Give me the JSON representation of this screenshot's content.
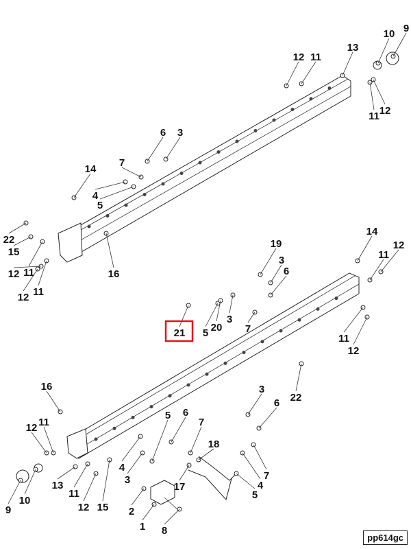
{
  "diagram_code": "pp614gc",
  "highlight_color": "#e0141e",
  "highlighted_callout": "21",
  "callouts": [
    "10",
    "9",
    "13",
    "12",
    "11",
    "11",
    "12",
    "6",
    "3",
    "7",
    "14",
    "4",
    "5",
    "22",
    "15",
    "12",
    "11",
    "12",
    "11",
    "16",
    "19",
    "3",
    "6",
    "14",
    "11",
    "12",
    "5",
    "20",
    "3",
    "7",
    "21",
    "11",
    "12",
    "22",
    "16",
    "3",
    "6",
    "5",
    "6",
    "7",
    "12",
    "11",
    "18",
    "13",
    "11",
    "4",
    "3",
    "17",
    "12",
    "15",
    "2",
    "4",
    "7",
    "5",
    "10",
    "9",
    "1",
    "8"
  ]
}
